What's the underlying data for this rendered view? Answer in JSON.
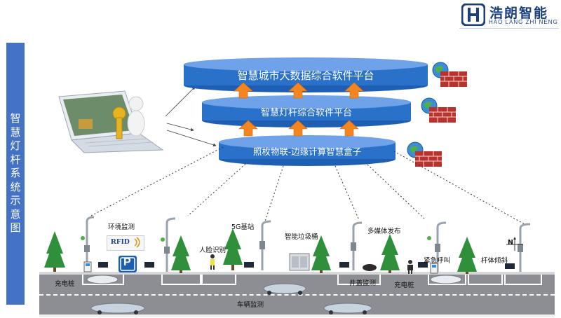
{
  "logo": {
    "cn": "浩朗智能",
    "en": "HAO LANG ZHI NENG"
  },
  "sidebar_title": "智慧灯杆系统示意图",
  "platforms": {
    "top": "智慧城市大数据综合软件平台",
    "middle": "智慧灯杆综合软件平台",
    "bottom": "照枚物联-边缘计算智慧盒子"
  },
  "labels": {
    "environment": "环境监测",
    "rfid": "RFID",
    "base_5g": "5G基站",
    "face": "人脸识别",
    "trash": "智能垃圾桶",
    "multimedia": "多媒体发布",
    "emergency": "紧急呼叫",
    "tilt": "杆体倾斜",
    "north": "N",
    "charging_left": "充电桩",
    "charging_right": "充电桩",
    "manhole": "井盖监测",
    "vehicle": "车辆监测",
    "parking": "P"
  },
  "colors": {
    "accent_blue": "#4472c4",
    "platform_blue": "#2a71c9",
    "arrow_orange": "#f5851f",
    "logo_navy": "#1b3f7c"
  }
}
